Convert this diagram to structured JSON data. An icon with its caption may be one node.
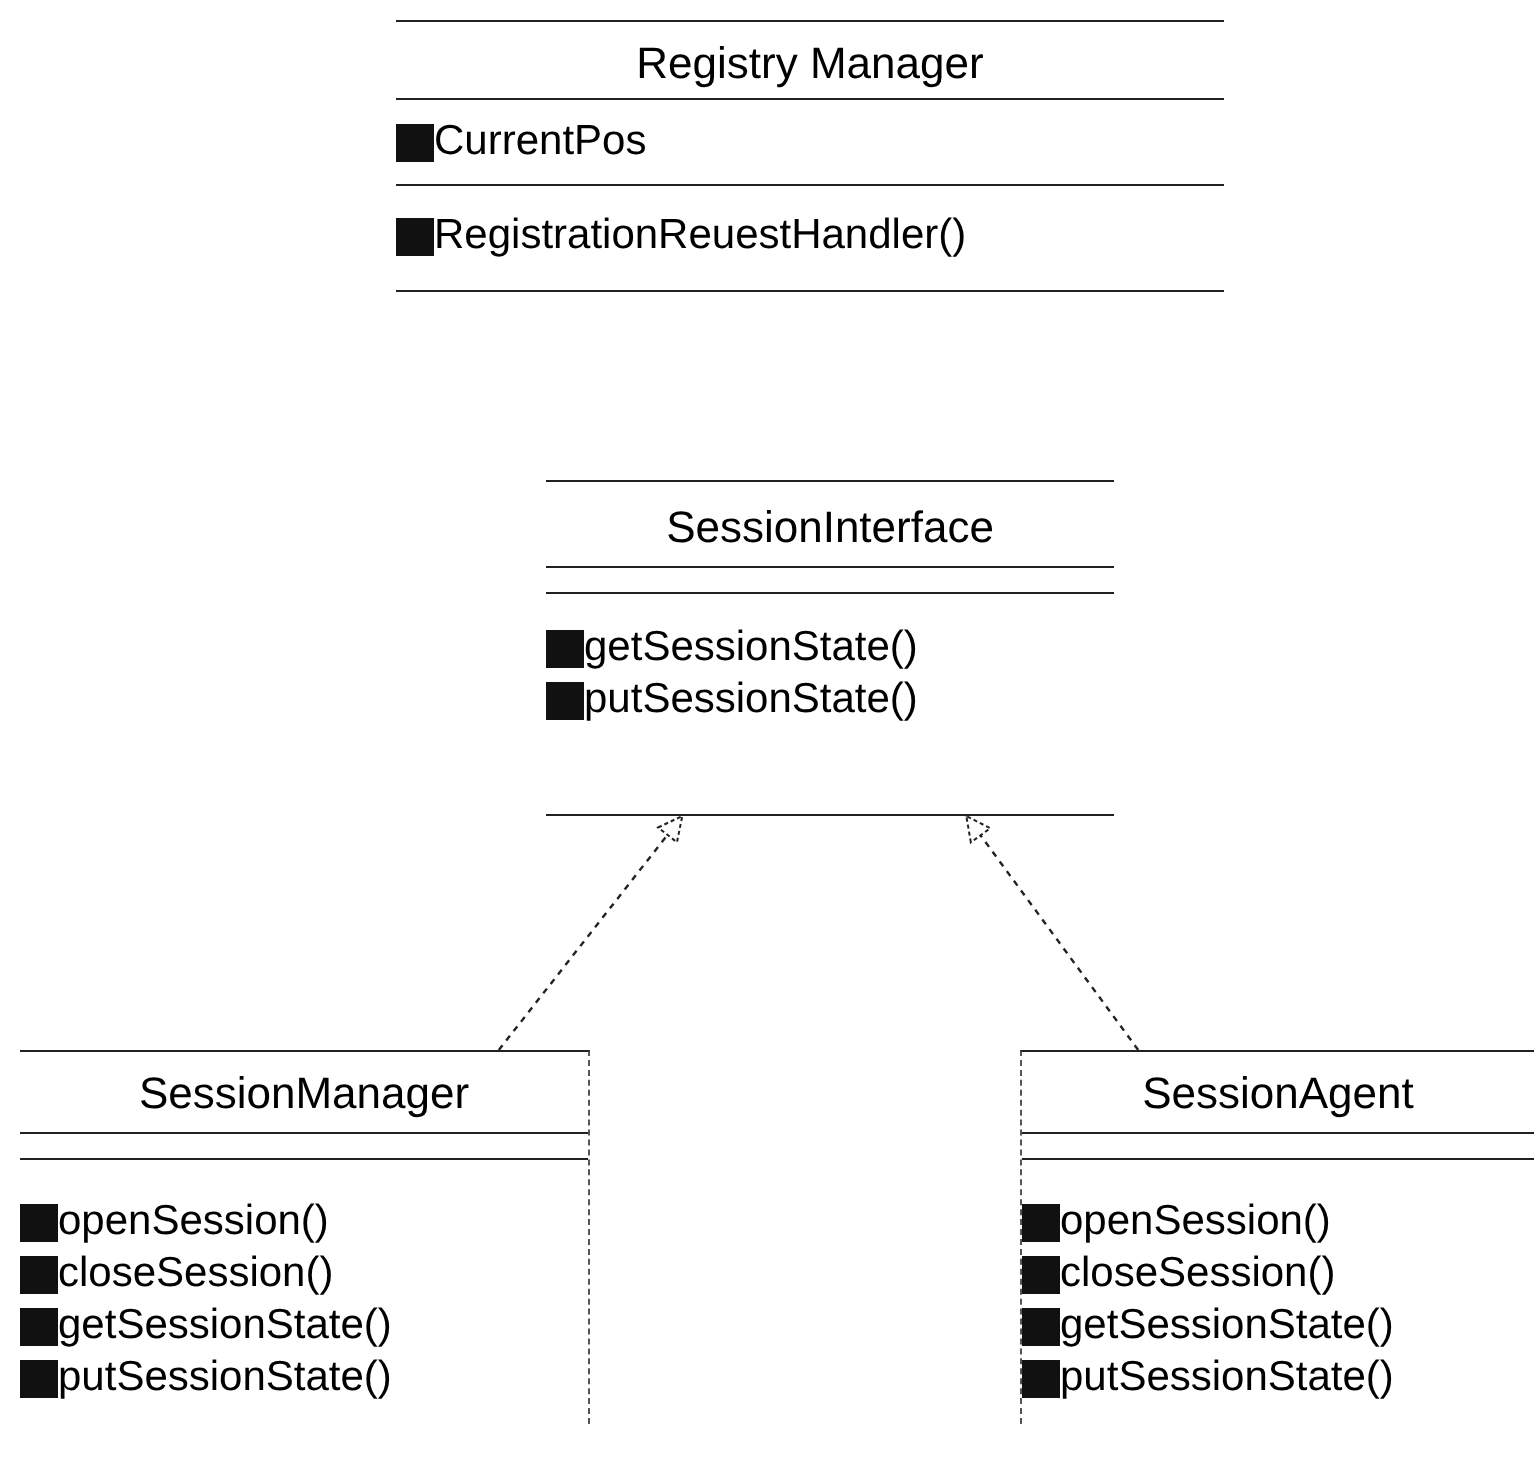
{
  "diagram": {
    "nodes": [
      {
        "text": [
          "Registry Manager",
          "CurrentPos",
          "RegistrationReuestHandler()"
        ]
      },
      {
        "text": [
          "SessionInterface",
          "getSessionState()",
          "putSessionState()"
        ]
      },
      {
        "text": [
          "SessionManager",
          "openSession()",
          "closeSession()",
          "getSessionState()",
          "putSessionState()"
        ]
      },
      {
        "text": [
          "SessionAgent",
          "openSession()",
          "closeSession()",
          "getSessionState()",
          "putSessionState()"
        ]
      }
    ],
    "edges": [
      {
        "from": 2,
        "to": 1,
        "arrow": "to",
        "style": "dashed"
      },
      {
        "from": 3,
        "to": 1,
        "arrow": "to",
        "style": "dashed"
      }
    ]
  }
}
